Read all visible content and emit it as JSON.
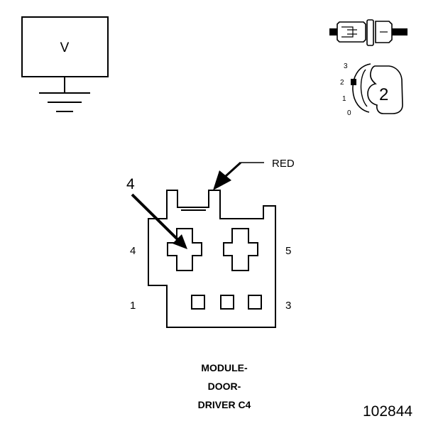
{
  "meter": {
    "label": "V"
  },
  "leads_icon": {
    "selector_label": "2",
    "positions": [
      "3",
      "2",
      "1",
      "0"
    ]
  },
  "connector": {
    "wire_color": "RED",
    "probe_pin": "4",
    "pin_labels": {
      "top_left": "4",
      "top_right": "5",
      "bottom_left": "1",
      "bottom_right": "3"
    },
    "caption_lines": [
      "MODULE-",
      "DOOR-",
      "DRIVER C4"
    ]
  },
  "figure_number": "102844"
}
